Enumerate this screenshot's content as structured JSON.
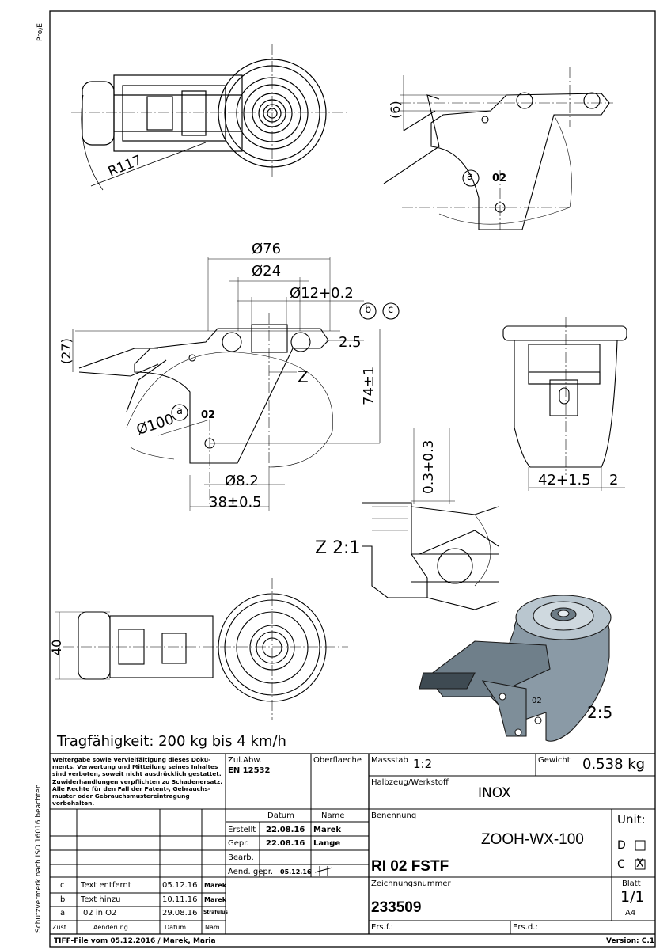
{
  "margin_labels": {
    "top_left": "Pro/E",
    "left_vertical": "Schutzvermerk nach ISO 16016 beachten"
  },
  "dimensions": {
    "radius": "R117",
    "d6": "(6)",
    "d76": "Ø76",
    "d24": "Ø24",
    "d12": "Ø12+0.2",
    "b_circle": "b",
    "c_circle": "c",
    "d27": "(27)",
    "d2_5": "2.5",
    "z_label": "Z",
    "d74": "74±1",
    "d100": "Ø100",
    "a_circle_1": "a",
    "a_circle_2": "a",
    "mark_02_1": "02",
    "mark_02_2": "02",
    "mark_02_iso": "02",
    "d8_2": "Ø8.2",
    "d38": "38±0.5",
    "d0_3": "0.3+0.3",
    "d42": "42+1.5",
    "d2": "2",
    "d40": "40",
    "detail_scale": "Z 2:1",
    "iso_scale": "2:5"
  },
  "load_capacity": "Tragfähigkeit: 200 kg bis 4 km/h",
  "title_block": {
    "copyright": "Weitergabe sowie Vervielfältigung dieses Dokuments, Verwertung und Mitteilung seines Inhaltes sind verboten, soweit nicht ausdrücklich gestattet. Zuwiderhandlungen verpflichten zu Schadenersatz. Alle Rechte für den Fall der Patent-, Gebrauchsmuster oder Gebrauchsmustereintragung vorbehalten.",
    "copyright_lines": [
      "Weitergabe sowie Vervielfältigung dieses Doku-",
      "ments, Verwertung und Mitteilung seines Inhaltes",
      "sind verboten, soweit nicht ausdrücklich gestattet.",
      "Zuwiderhandlungen verpflichten zu Schadenersatz.",
      "Alle Rechte für den Fall der Patent-, Gebrauchs-",
      "muster oder Gebrauchsmustereintragung vorbehalten."
    ],
    "zul_abw_label": "Zul.Abw.",
    "zul_abw_value": "EN 12532",
    "oberflaeche_label": "Oberflaeche",
    "massstab_label": "Massstab",
    "massstab_value": "1:2",
    "gewicht_label": "Gewicht",
    "gewicht_value": "0.538 kg",
    "halbzeug_label": "Halbzeug/Werkstoff",
    "halbzeug_value": "INOX",
    "datum_header": "Datum",
    "name_header": "Name",
    "erstellt_label": "Erstellt",
    "erstellt_date": "22.08.16",
    "erstellt_name": "Marek",
    "gepr_label": "Gepr.",
    "gepr_date": "22.08.16",
    "gepr_name": "Lange",
    "bearb_label": "Bearb.",
    "aend_label": "Aend. gepr.",
    "aend_date": "05.12.16",
    "benennung_label": "Benennung",
    "benennung_value": "ZOOH-WX-100",
    "benennung_value2": "RI 02 FSTF",
    "unit_label": "Unit:",
    "unit_d": "D",
    "unit_c": "C",
    "unit_c_mark": "X",
    "zeichnungsnummer_label": "Zeichnungsnummer",
    "zeichnungsnummer_value": "233509",
    "blatt_label": "Blatt",
    "blatt_value": "1/1",
    "format": "A4",
    "ers_f_label": "Ers.f.:",
    "ers_d_label": "Ers.d.:",
    "revisions": [
      {
        "zust": "c",
        "aenderung": "Text entfernt",
        "datum": "05.12.16",
        "name": "Marek"
      },
      {
        "zust": "b",
        "aenderung": "Text hinzu",
        "datum": "10.11.16",
        "name": "Marek"
      },
      {
        "zust": "a",
        "aenderung": "I02 in O2",
        "datum": "29.08.16",
        "name": "Strafulus"
      }
    ],
    "rev_header_zust": "Zust.",
    "rev_header_aenderung": "Aenderung",
    "rev_header_datum": "Datum",
    "rev_header_name": "Nam."
  },
  "footer": {
    "left": "TIFF-File vom 05.12.2016 / Marek, Maria",
    "right": "Version: C.1"
  }
}
